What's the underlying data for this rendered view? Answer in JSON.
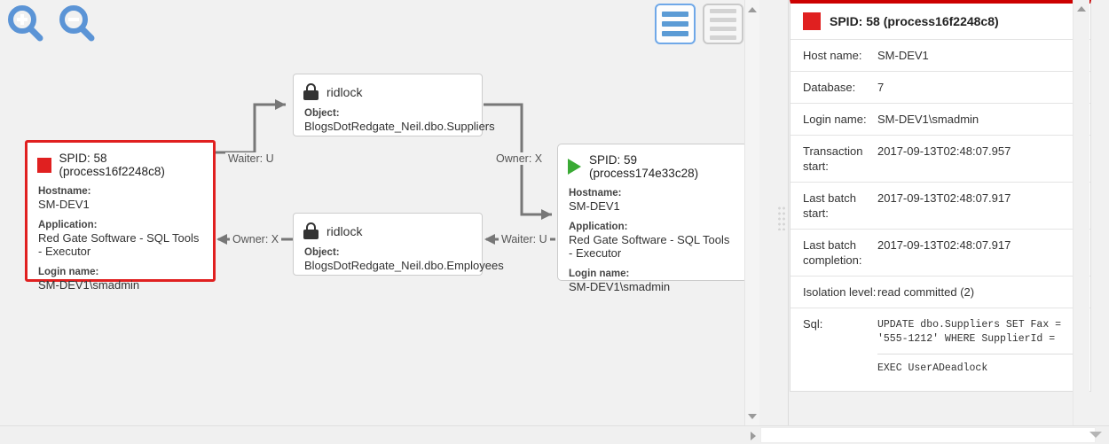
{
  "toolbar": {
    "zoom_in": "zoom-in",
    "zoom_out": "zoom-out",
    "layout_vertical": "vertical-layout",
    "layout_horizontal": "horizontal-layout"
  },
  "graph": {
    "nodes": [
      {
        "id": "spid58",
        "type": "process",
        "icon": "red-square",
        "selected": true,
        "title": "SPID: 58 (process16f2248c8)",
        "fields": [
          {
            "key": "Hostname:",
            "value": "SM-DEV1"
          },
          {
            "key": "Application:",
            "value": "Red Gate Software - SQL Tools - Executor"
          },
          {
            "key": "Login name:",
            "value": "SM-DEV1\\smadmin"
          }
        ]
      },
      {
        "id": "spid59",
        "type": "process",
        "icon": "green-triangle",
        "selected": false,
        "title": "SPID: 59 (process174e33c28)",
        "fields": [
          {
            "key": "Hostname:",
            "value": "SM-DEV1"
          },
          {
            "key": "Application:",
            "value": "Red Gate Software - SQL Tools - Executor"
          },
          {
            "key": "Login name:",
            "value": "SM-DEV1\\smadmin"
          }
        ]
      },
      {
        "id": "lock-suppliers",
        "type": "lock",
        "icon": "lock",
        "title": "ridlock",
        "fields": [
          {
            "key": "Object:",
            "value": "BlogsDotRedgate_Neil.dbo.Suppliers"
          }
        ]
      },
      {
        "id": "lock-employees",
        "type": "lock",
        "icon": "lock",
        "title": "ridlock",
        "fields": [
          {
            "key": "Object:",
            "value": "BlogsDotRedgate_Neil.dbo.Employees"
          }
        ]
      }
    ],
    "edges": [
      {
        "id": "e1",
        "label": "Waiter: U",
        "from": "spid58",
        "to": "lock-suppliers"
      },
      {
        "id": "e2",
        "label": "Owner: X",
        "from": "lock-suppliers",
        "to": "spid59"
      },
      {
        "id": "e3",
        "label": "Owner: X",
        "from": "lock-employees",
        "to": "spid58"
      },
      {
        "id": "e4",
        "label": "Waiter: U",
        "from": "spid59",
        "to": "lock-employees"
      }
    ]
  },
  "details": {
    "accent_color": "#cc0000",
    "icon": "red-square",
    "title": "SPID: 58 (process16f2248c8)",
    "rows": [
      {
        "key": "Host name:",
        "value": "SM-DEV1"
      },
      {
        "key": "Database:",
        "value": "7"
      },
      {
        "key": "Login name:",
        "value": "SM-DEV1\\smadmin"
      },
      {
        "key": "Transaction start:",
        "value": "2017-09-13T02:48:07.957"
      },
      {
        "key": "Last batch start:",
        "value": "2017-09-13T02:48:07.917"
      },
      {
        "key": "Last batch completion:",
        "value": "2017-09-13T02:48:07.917"
      },
      {
        "key": "Isolation level:",
        "value": "read committed (2)"
      }
    ],
    "sql": {
      "key": "Sql:",
      "statement": "UPDATE dbo.Suppliers SET Fax =\n'555-1212' WHERE SupplierId =",
      "procedure": "EXEC UserADeadlock"
    }
  }
}
